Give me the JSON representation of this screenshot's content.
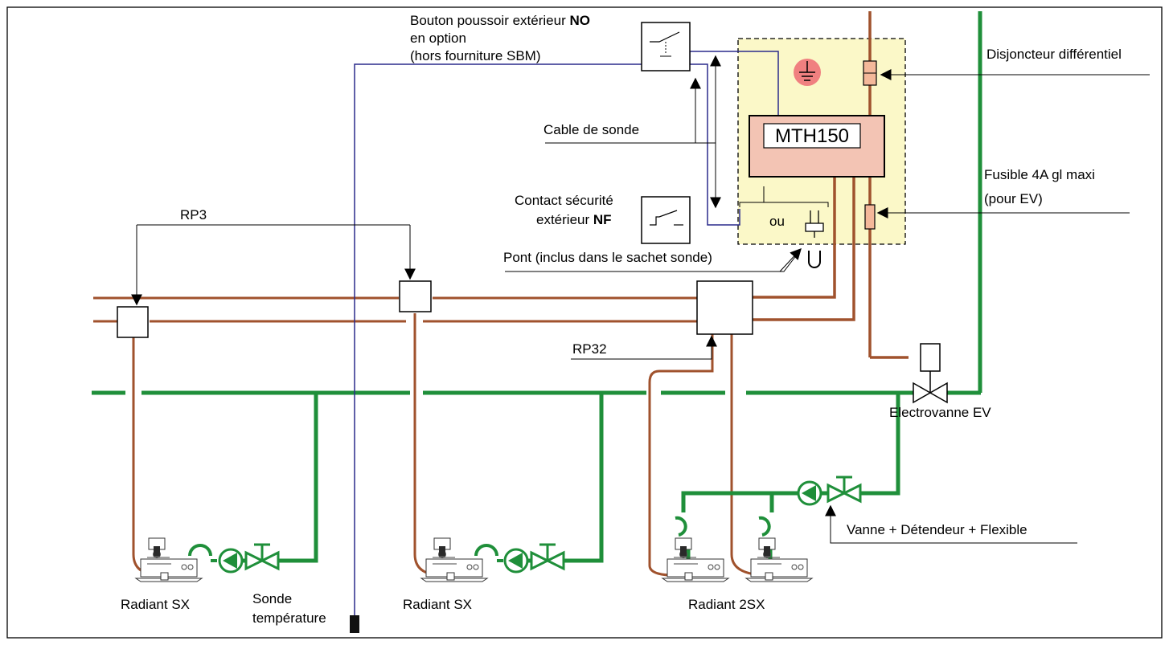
{
  "colors": {
    "gas": "#1f8f3a",
    "cable": "#a0522d",
    "probe_wire": "#2a2a8c",
    "box_fill": "#fbf8c8",
    "mth_fill": "#f3c4b4",
    "earth_fill": "#f08080",
    "fuse_fill": "#f4b89a"
  },
  "labels": {
    "push_button_l1": "Bouton poussoir extérieur ",
    "push_button_no": "NO",
    "push_button_l2": "en option",
    "push_button_l3": "(hors fourniture SBM)",
    "breaker": "Disjoncteur différentiel",
    "probe_cable": "Cable de sonde",
    "controller": "MTH150",
    "fuse_l1": "Fusible 4A gl maxi",
    "fuse_l2": "(pour EV)",
    "safety_l1": "Contact sécurité",
    "safety_l2": "extérieur ",
    "safety_nf": "NF",
    "or": "ou",
    "bridge": "Pont (inclus dans le sachet sonde)",
    "rp3": "RP3",
    "rp32": "RP32",
    "valve": "Electrovanne EV",
    "valve_kit": "Vanne + Détendeur + Flexible",
    "radiant_1": "Radiant SX",
    "radiant_2": "Radiant SX",
    "radiant_3": "Radiant 2SX",
    "temp_probe_l1": "Sonde",
    "temp_probe_l2": "température"
  },
  "icons": {
    "earth": "earth-ground-icon",
    "push_button": "push-button-switch-icon",
    "safety_contact": "nc-contact-switch-icon",
    "plug": "plug-connector-icon",
    "bridge": "u-bridge-icon",
    "radiant": "radiant-heater-icon",
    "valve": "valve-icon",
    "regulator": "pressure-regulator-icon",
    "probe": "temperature-probe-icon"
  }
}
